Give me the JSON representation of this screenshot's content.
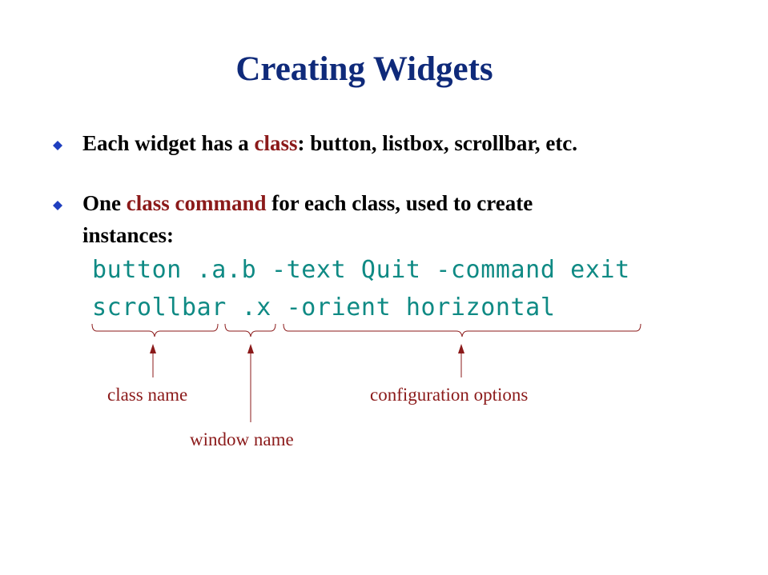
{
  "title": "Creating Widgets",
  "bullet1": {
    "pre": "Each widget has a ",
    "kw": "class",
    "post": ": button, listbox, scrollbar, etc."
  },
  "bullet2": {
    "pre": "One ",
    "kw": "class command",
    "post": " for each class, used to create",
    "line2": "instances:"
  },
  "code": {
    "line1": "button .a.b -text Quit -command exit",
    "line2": "scrollbar .x -orient horizontal"
  },
  "labels": {
    "class_name": "class name",
    "window_name": "window name",
    "config_options": "configuration options"
  },
  "colors": {
    "title": "#0f2a7a",
    "keyword": "#8b1a1a",
    "code": "#0f8a84",
    "bullet": "#1f3fbf",
    "annotation": "#8b1a1a"
  }
}
